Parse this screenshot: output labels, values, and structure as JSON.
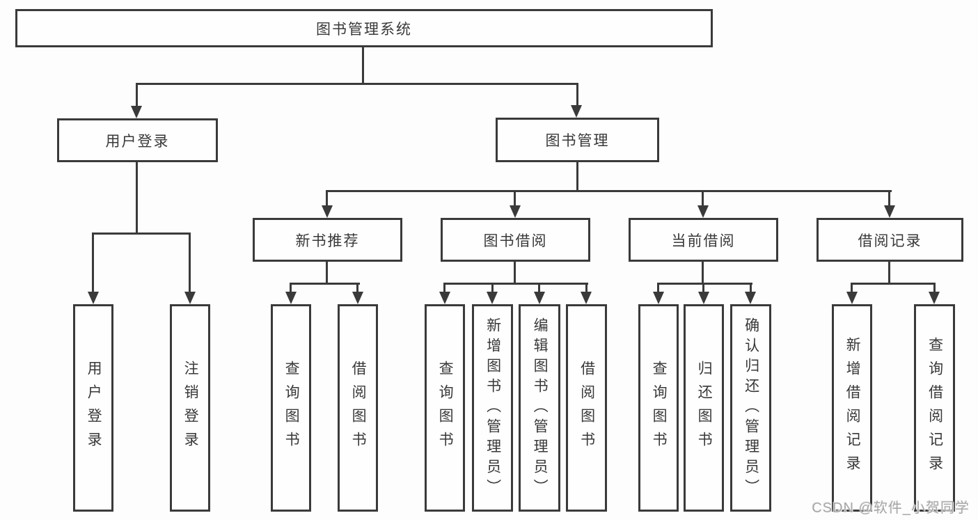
{
  "colors": {
    "line": "#3a3a3a",
    "text": "#383838",
    "background": "#fdfdfd",
    "watermark": "#a6a6a6"
  },
  "watermark": {
    "text": "CSDN @软件_小贺同学"
  },
  "tree": {
    "label": "图书管理系统",
    "children": [
      {
        "label": "用户登录",
        "children": [
          {
            "label": "用户登录"
          },
          {
            "label": "注销登录"
          }
        ]
      },
      {
        "label": "图书管理",
        "children": [
          {
            "label": "新书推荐",
            "children": [
              {
                "label": "查询图书"
              },
              {
                "label": "借阅图书"
              }
            ]
          },
          {
            "label": "图书借阅",
            "children": [
              {
                "label": "查询图书"
              },
              {
                "label": "新增图书（管理员）"
              },
              {
                "label": "编辑图书（管理员）"
              },
              {
                "label": "借阅图书"
              }
            ]
          },
          {
            "label": "当前借阅",
            "children": [
              {
                "label": "查询图书"
              },
              {
                "label": "归还图书"
              },
              {
                "label": "确认归还（管理员）"
              }
            ]
          },
          {
            "label": "借阅记录",
            "children": [
              {
                "label": "新增借阅记录"
              },
              {
                "label": "查询借阅记录"
              }
            ]
          }
        ]
      }
    ]
  }
}
